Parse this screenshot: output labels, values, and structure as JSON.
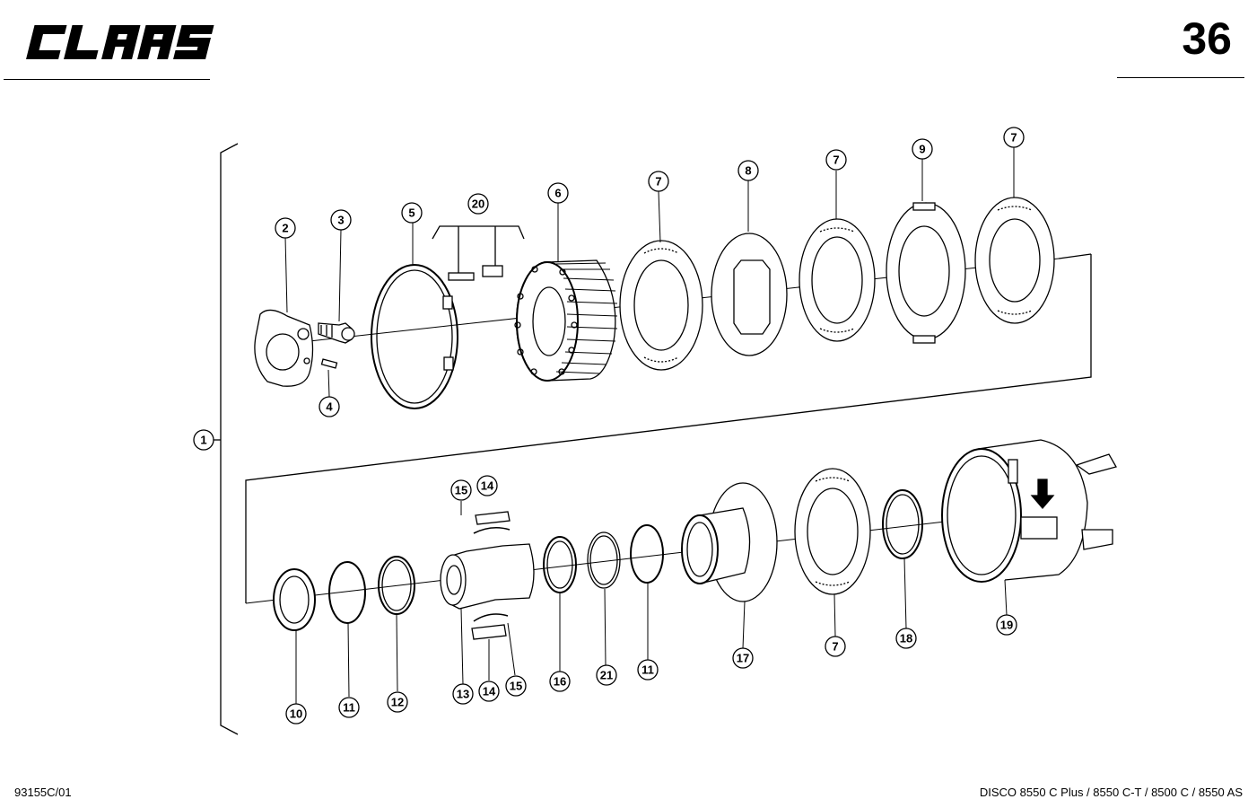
{
  "header": {
    "brand": "CLAAS",
    "page_number": "36"
  },
  "footer": {
    "drawing_id": "93155C/01",
    "models": "DISCO 8550 C Plus / 8550 C-T / 8500 C / 8550 AS"
  },
  "callouts": {
    "c1": "1",
    "c2": "2",
    "c3": "3",
    "c4": "4",
    "c5": "5",
    "c6": "6",
    "c7a": "7",
    "c8": "8",
    "c7b": "7",
    "c9": "9",
    "c7c": "7",
    "c20": "20",
    "c15a": "15",
    "c14a": "14",
    "c10": "10",
    "c11a": "11",
    "c12": "12",
    "c13": "13",
    "c14b": "14",
    "c15b": "15",
    "c16": "16",
    "c21": "21",
    "c11b": "11",
    "c17": "17",
    "c7d": "7",
    "c18": "18",
    "c19": "19"
  }
}
